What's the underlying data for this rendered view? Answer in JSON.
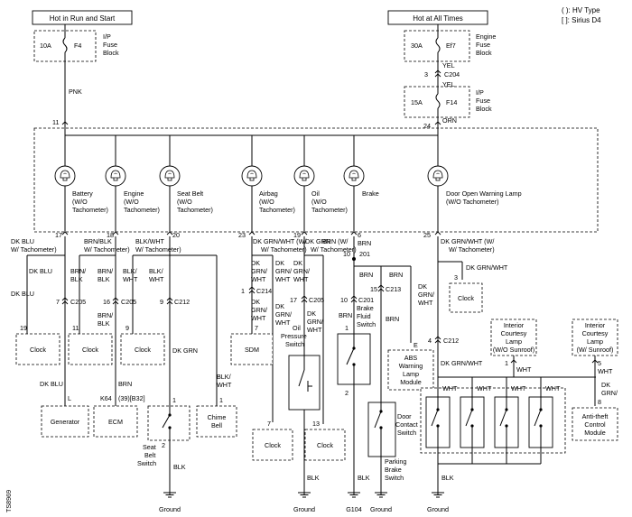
{
  "legend": {
    "hv": "( ): HV Type",
    "sirius": "[ ]: Sirius D4"
  },
  "power": {
    "left": "Hot in Run and Start",
    "right": "Hot at All Times"
  },
  "fuses": {
    "f4": {
      "amp": "10A",
      "name": "F4",
      "label": [
        "I/P",
        "Fuse",
        "Block"
      ]
    },
    "ef7": {
      "amp": "30A",
      "name": "Ef7",
      "label": [
        "Engine",
        "Fuse",
        "Block"
      ]
    },
    "f14": {
      "amp": "15A",
      "name": "F14",
      "label": [
        "I/P",
        "Fuse",
        "Block"
      ]
    }
  },
  "wires": {
    "pnk": "PNK",
    "yel": "YEL",
    "orn": "ORN",
    "dkblu": "DK BLU",
    "brn": "BRN",
    "blkwht": "BLK/WHT",
    "brnblk": "BRN/BLK",
    "dkgrn": "DK GRN",
    "blk": "BLK",
    "wht": "WHT",
    "dkgrnwht": "DK GRN/WHT",
    "brnw": "BRN (W/",
    "w_tach": "W/ Tachometer)",
    "dkblu_w": "DK BLU (W/ Tachometer)",
    "brnblk_w": "BRN/BLK (W/ Tachometer)",
    "blkwht_w": "BLK/WHT (W/ Tachometer)",
    "dkgrnwht_w": "DK GRN/WHT (W/",
    "dkgrnwht_w2": "DK GRN/WHT (W/ Tachometer)",
    "dk": "DK",
    "grn_": "GRN/",
    "wht_": "WHT",
    "brn_": "BRN/",
    "blk_": "BLK",
    "blk__": "BLK/",
    "k64": "K64",
    "k64pins": "(39)[B32]",
    "l": "L",
    "e": "E"
  },
  "pins": {
    "p11": "11",
    "p24": "24",
    "p3": "3",
    "p17": "17",
    "p18": "18",
    "p20": "20",
    "p23": "23",
    "p19": "19",
    "p6": "6",
    "p25": "25",
    "p10": "10",
    "p201": "201",
    "p7": "7",
    "p16": "16",
    "p9": "9",
    "p1": "1",
    "p15": "15",
    "p4": "4",
    "p5": "5",
    "p2": "2",
    "p13": "13",
    "p8": "8"
  },
  "connectors": {
    "c204": "C204",
    "c205": "C205",
    "c212": "C212",
    "c214": "C214",
    "c201": "C201",
    "c213": "C213"
  },
  "lamps": {
    "battery": [
      "Battery",
      "(W/O",
      "Tachometer)"
    ],
    "engine": [
      "Engine",
      "(W/O",
      "Tachometer)"
    ],
    "seatbelt": [
      "Seat Belt",
      "(W/O",
      "Tachometer)"
    ],
    "airbag": [
      "Airbag",
      "(W/O",
      "Tachometer)"
    ],
    "oil": [
      "Oil",
      "(W/O",
      "Tachometer)"
    ],
    "brake": [
      "Brake"
    ],
    "door": [
      "Door Open Warning Lamp",
      "(W/O Tachometer)"
    ]
  },
  "components": {
    "clock": "Clock",
    "generator": "Generator",
    "ecm": "ECM",
    "sdm": "SDM",
    "chime": [
      "Chime",
      "Bell"
    ],
    "seatbelt_switch": [
      "Seat",
      "Belt",
      "Switch"
    ],
    "oil_switch": [
      "Oil",
      "Pressure",
      "Switch"
    ],
    "brake_fluid": [
      "Brake",
      "Fluid",
      "Switch"
    ],
    "abs": [
      "ABS",
      "Warning",
      "Lamp",
      "Module"
    ],
    "door_contact": [
      "Door",
      "Contact",
      "Switch"
    ],
    "parking": [
      "Parking",
      "Brake",
      "Switch"
    ],
    "courtesy": [
      "Interior",
      "Courtesy",
      "Lamp",
      "(W/O Sunroof)"
    ],
    "courtesy_sun": [
      "Interior",
      "Courtesy",
      "Lamp",
      "(W/ Sunroof)"
    ],
    "antitheft": [
      "Anti-theft",
      "Control",
      "Module"
    ]
  },
  "grounds": {
    "ground": "Ground",
    "g104": "G104"
  },
  "figure_id": "TS8969"
}
